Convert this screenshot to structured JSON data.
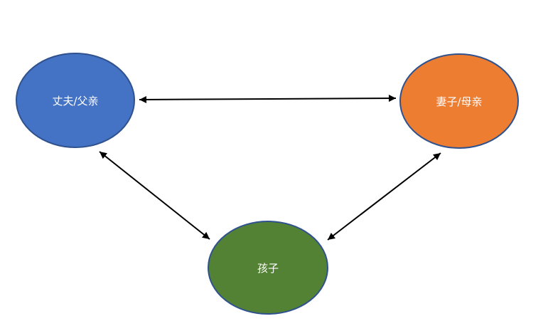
{
  "diagram": {
    "title": "family-relationship-diagram",
    "background_color": "#ffffff",
    "text_color": "#ffffff",
    "edge_color": "#000000",
    "nodes": [
      {
        "id": "husband-father",
        "label": "丈夫/父亲",
        "fill_color": "#4472c4",
        "border_color": "#2f528f"
      },
      {
        "id": "wife-mother",
        "label": "妻子/母亲",
        "fill_color": "#ed7d31",
        "border_color": "#2f528f"
      },
      {
        "id": "child",
        "label": "孩子",
        "fill_color": "#548235",
        "border_color": "#2f528f"
      }
    ],
    "edges": [
      {
        "from": "husband-father",
        "to": "wife-mother",
        "style": "bidirectional-arrow"
      },
      {
        "from": "husband-father",
        "to": "child",
        "style": "bidirectional-arrow"
      },
      {
        "from": "wife-mother",
        "to": "child",
        "style": "bidirectional-arrow"
      }
    ]
  }
}
